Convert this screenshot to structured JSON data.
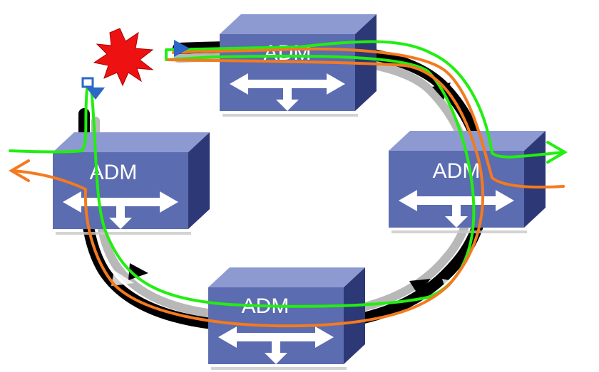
{
  "nodes": [
    {
      "id": "top",
      "label": "ADM"
    },
    {
      "id": "left",
      "label": "ADM"
    },
    {
      "id": "right",
      "label": "ADM"
    },
    {
      "id": "bottom",
      "label": "ADM"
    }
  ],
  "colors": {
    "adm_front": "#5b6cb0",
    "adm_top": "#8d9ad1",
    "adm_side": "#2d3876",
    "ring_black": "#000000",
    "ring_gray": "#b8b8b8",
    "path_green": "#22ee11",
    "path_orange": "#f47a1f",
    "fault_star": "#ee1111",
    "switch_blue": "#2b67c6"
  },
  "icons": [
    "fault-star-icon",
    "protection-switch-icon",
    "bidirectional-arrow-icon",
    "drop-arrow-icon"
  ]
}
